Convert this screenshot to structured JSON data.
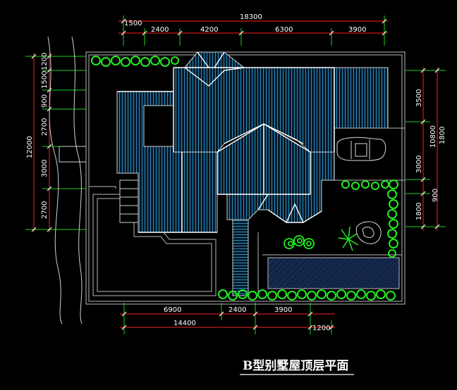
{
  "title": "B型别墅屋顶层平面",
  "colors": {
    "background": "#000000",
    "dimension_line": "#ff2020",
    "extension_line": "#20d020",
    "roof_hatch": "#2090c0",
    "wall_line": "#b8b8b8",
    "ridge_line": "#ffffff",
    "vegetation": "#22ee22",
    "text": "#ffffff"
  },
  "dimensions": {
    "top": {
      "overall": "18300",
      "segments": [
        "1500",
        "2400",
        "4200",
        "6300",
        "3900"
      ]
    },
    "bottom": {
      "overall": "14400",
      "segments": [
        "6900",
        "2400",
        "3900"
      ],
      "offset": "1200"
    },
    "left": {
      "overall": "12000",
      "segments": [
        "1200",
        "1500",
        "900",
        "2700",
        "3000",
        "2700"
      ]
    },
    "right": {
      "overall": "10800",
      "overall_alt": "1800",
      "segments": [
        "3500",
        "3000",
        "900",
        "1800"
      ]
    }
  }
}
